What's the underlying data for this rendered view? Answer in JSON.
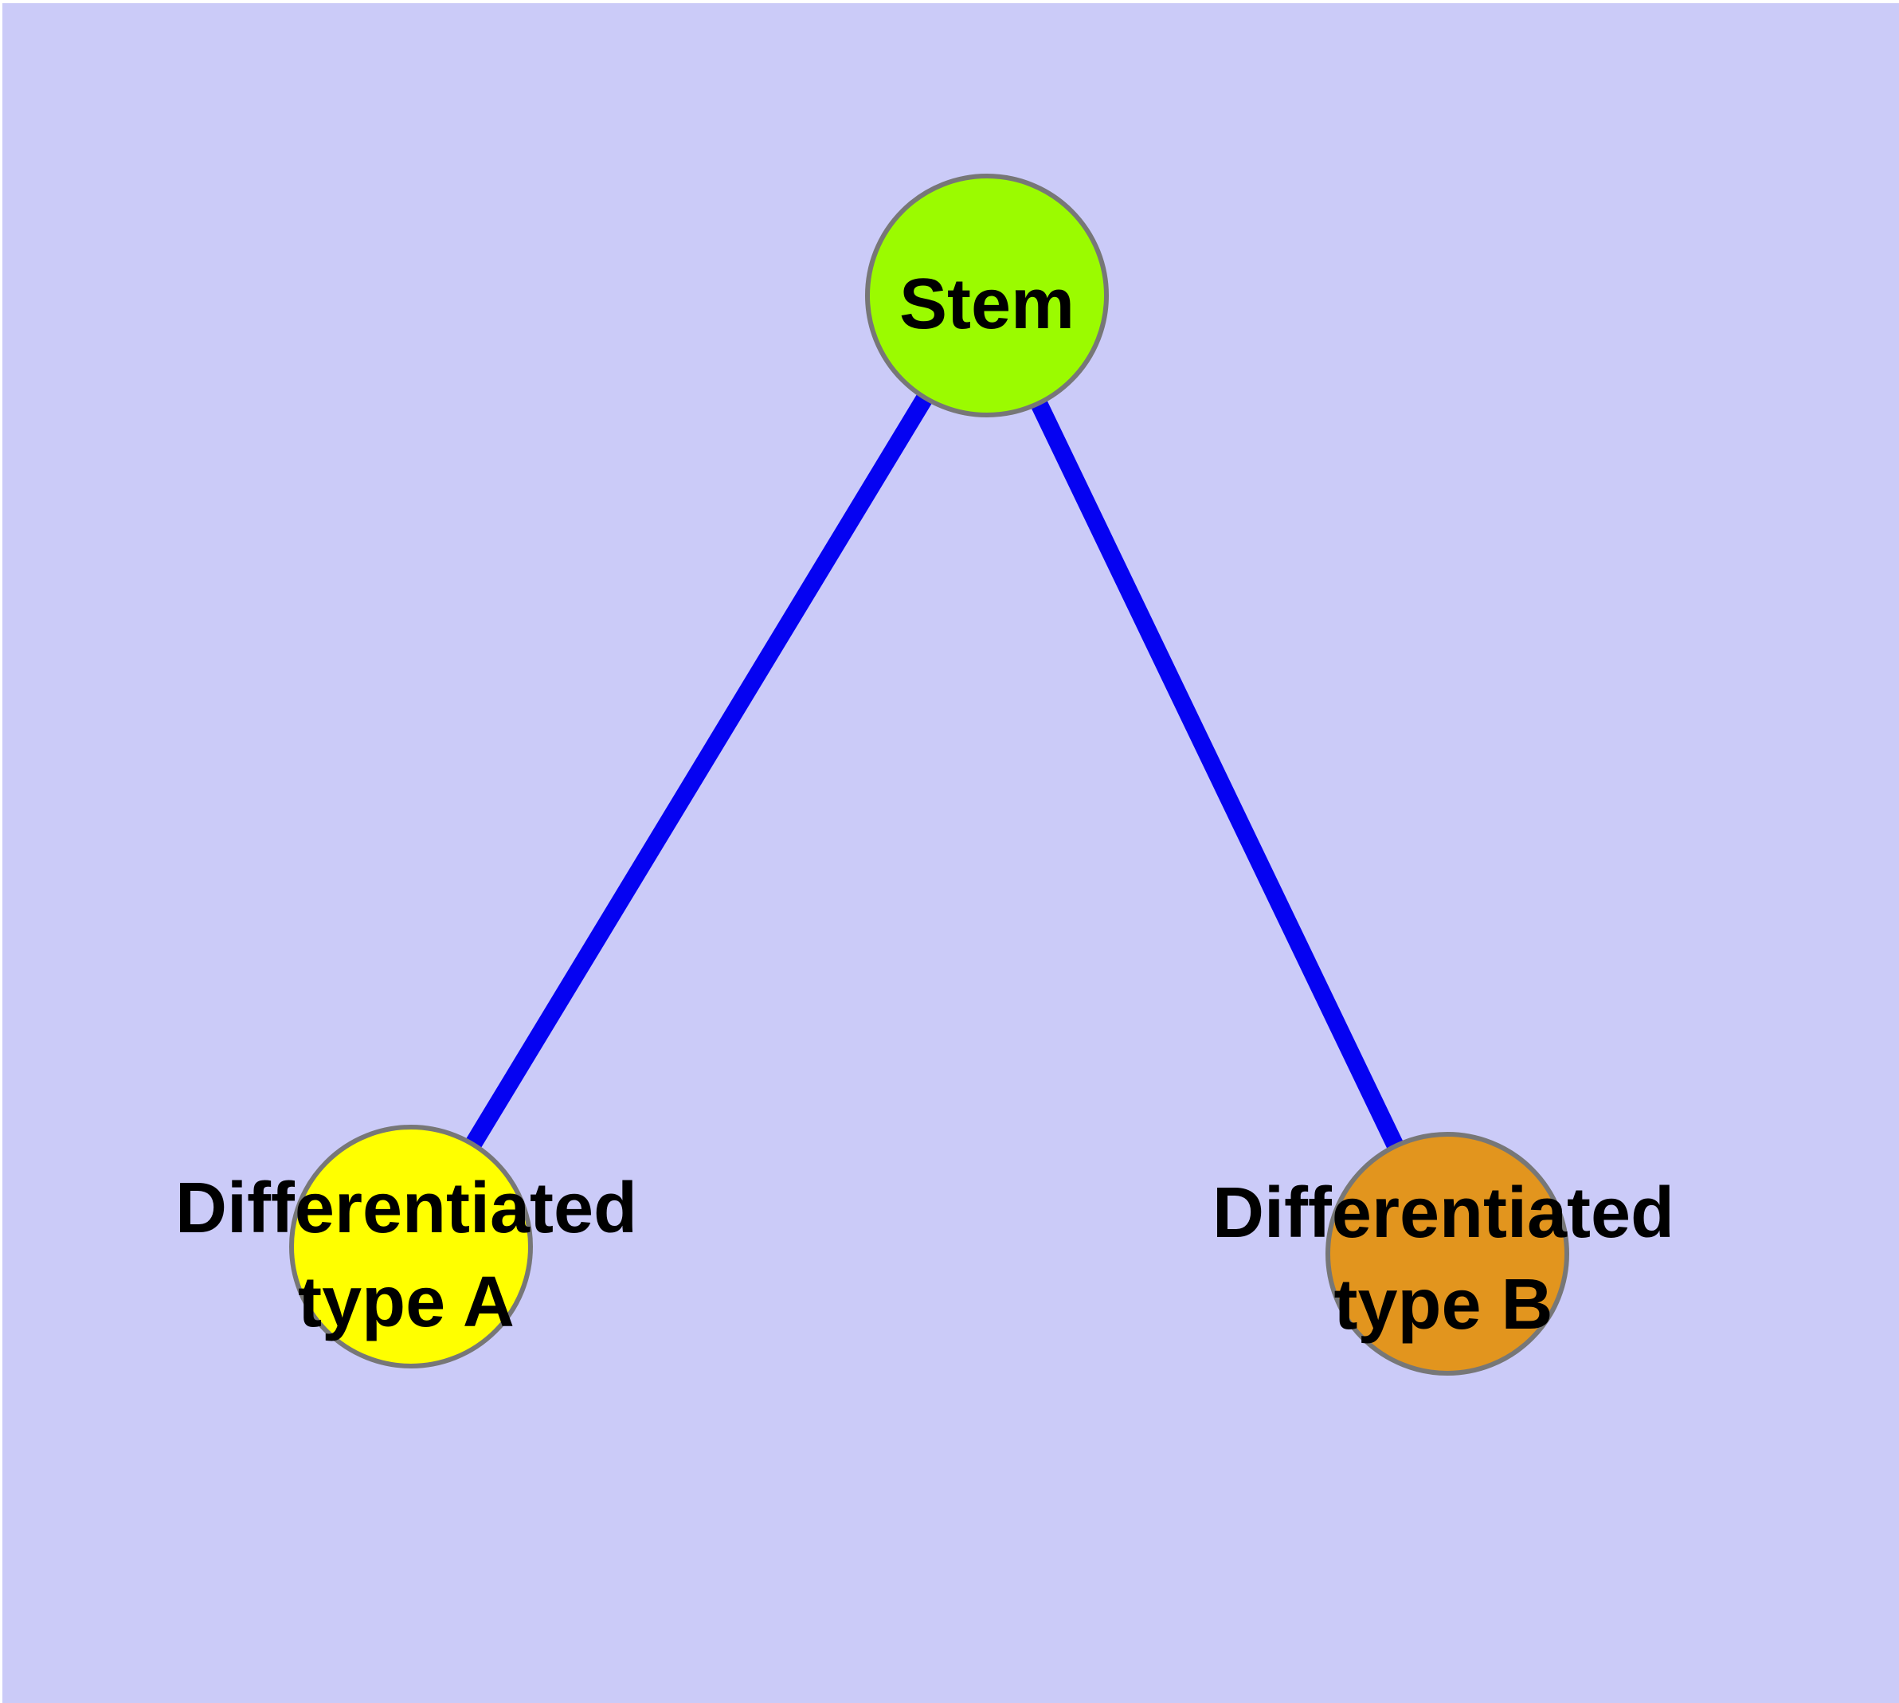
{
  "diagram": {
    "type": "graph",
    "background_color": "#cbcbf8",
    "margin_color": "#ffffff",
    "edge_color": "#0502f2",
    "node_border_color": "#777777",
    "label_color": "#000000",
    "nodes": [
      {
        "id": "stem",
        "label": "Stem",
        "fill": "#9bfb00",
        "lines": [
          "Stem"
        ]
      },
      {
        "id": "differentiated-type-a",
        "label": "Differentiated type A",
        "fill": "#ffff00",
        "lines": [
          "Differentiated",
          "type A"
        ]
      },
      {
        "id": "differentiated-type-b",
        "label": "Differentiated type B",
        "fill": "#e2951e",
        "lines": [
          "Differentiated",
          "type B"
        ]
      }
    ],
    "edges": [
      {
        "from": "stem",
        "to": "differentiated-type-a"
      },
      {
        "from": "stem",
        "to": "differentiated-type-b"
      }
    ]
  }
}
